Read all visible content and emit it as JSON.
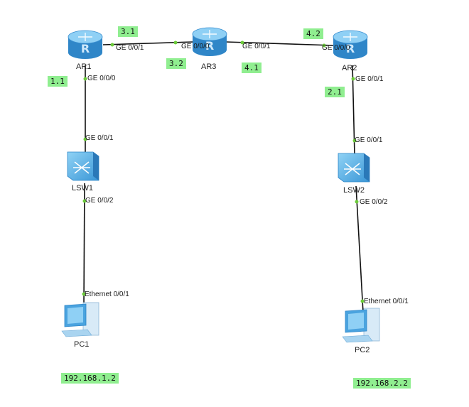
{
  "devices": {
    "ar1": {
      "name": "AR1",
      "icon": "router-icon"
    },
    "ar3": {
      "name": "AR3",
      "icon": "router-icon"
    },
    "ar2": {
      "name": "AR2",
      "icon": "router-icon"
    },
    "lsw1": {
      "name": "LSW1",
      "icon": "switch-icon"
    },
    "lsw2": {
      "name": "LSW2",
      "icon": "switch-icon"
    },
    "pc1": {
      "name": "PC1",
      "icon": "pc-icon"
    },
    "pc2": {
      "name": "PC2",
      "icon": "pc-icon"
    }
  },
  "ports": {
    "ar1_ge001": "GE 0/0/1",
    "ar3_ge000": "GE 0/0/0",
    "ar3_ge001": "GE 0/0/1",
    "ar2_ge000": "GE 0/0/0",
    "ar1_ge000": "GE 0/0/0",
    "lsw1_ge001": "GE 0/0/1",
    "lsw1_ge002": "GE 0/0/2",
    "pc1_eth": "Ethernet 0/0/1",
    "ar2_ge001": "GE 0/0/1",
    "lsw2_ge001": "GE 0/0/1",
    "lsw2_ge002": "GE 0/0/2",
    "pc2_eth": "Ethernet 0/0/1"
  },
  "ip_tags": {
    "t31": "3.1",
    "t32": "3.2",
    "t42": "4.2",
    "t41": "4.1",
    "t11": "1.1",
    "t21": "2.1",
    "pc1_ip": "192.168.1.2",
    "pc2_ip": "192.168.2.2"
  },
  "colors": {
    "router_blue": "#4aa3df",
    "link_line": "#111111",
    "port_dot": "#6ccb3a",
    "tag_green": "#90ee90"
  }
}
